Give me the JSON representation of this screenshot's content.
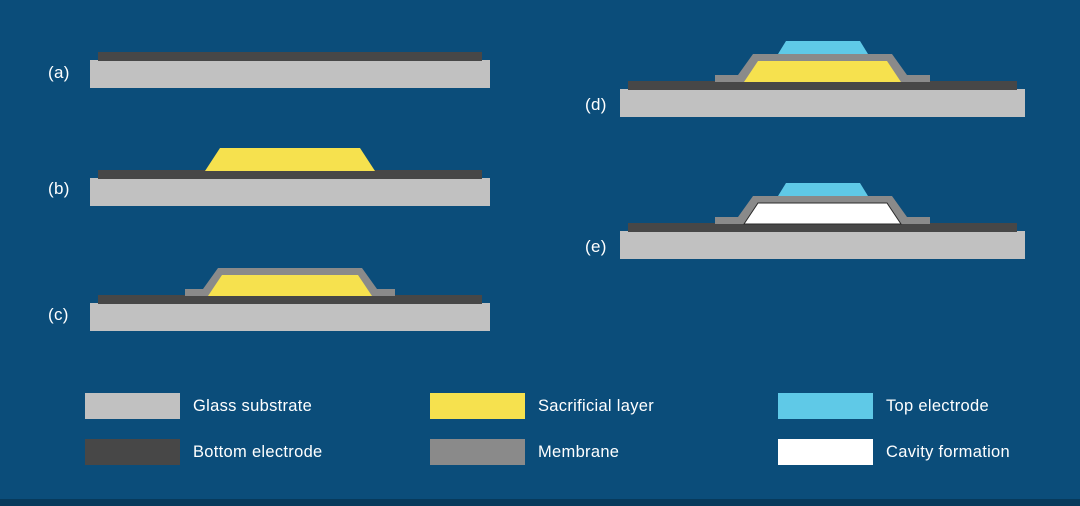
{
  "colors": {
    "background": "#0b4d7a",
    "footer_bar": "#073a5c",
    "substrate": "#c1c1c1",
    "bottom_electrode": "#474747",
    "sacrificial": "#f6e14e",
    "membrane": "#8a8a8a",
    "top_electrode": "#5fc9e7",
    "cavity": "#ffffff",
    "cavity_outline": "#2b2b2b",
    "label_text": "#ffffff"
  },
  "steps": [
    {
      "label": "(a)"
    },
    {
      "label": "(b)"
    },
    {
      "label": "(c)"
    },
    {
      "label": "(d)"
    },
    {
      "label": "(e)"
    }
  ],
  "legend": [
    {
      "label": "Glass substrate"
    },
    {
      "label": "Bottom electrode"
    },
    {
      "label": "Sacrificial layer"
    },
    {
      "label": "Membrane"
    },
    {
      "label": "Top electrode"
    },
    {
      "label": "Cavity formation"
    }
  ]
}
